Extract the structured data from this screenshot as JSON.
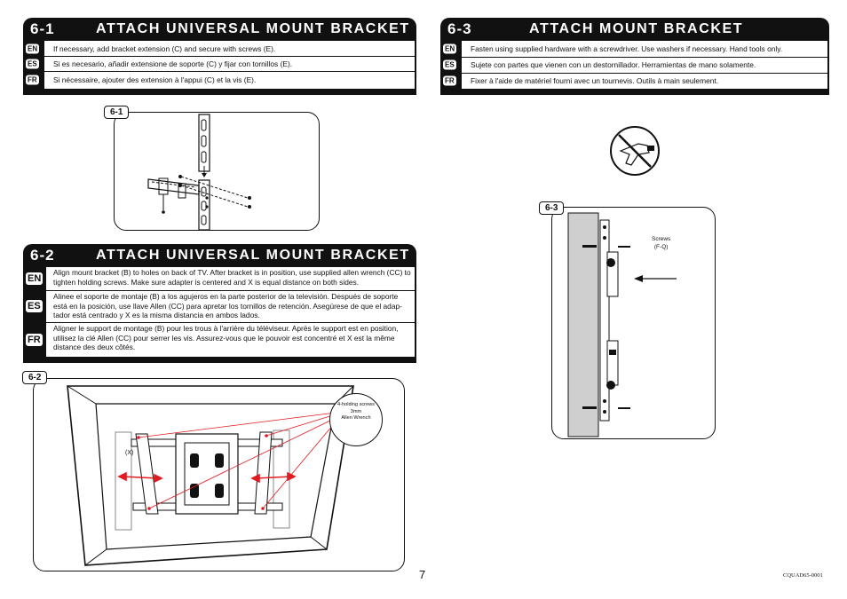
{
  "sections": [
    {
      "number": "6-1",
      "title": "ATTACH UNIVERSAL MOUNT BRACKET",
      "rows": [
        {
          "lang": "EN",
          "text": "If necessary, add bracket extension (C) and secure with screws (E)."
        },
        {
          "lang": "ES",
          "text": "Si es necesario, añadir extensione de soporte (C) y fijar con tornillos (E)."
        },
        {
          "lang": "FR",
          "text": "Si nécessaire, ajouter des extension à l'appui (C) et la vis (E)."
        }
      ]
    },
    {
      "number": "6-2",
      "title": "ATTACH UNIVERSAL MOUNT BRACKET",
      "rows": [
        {
          "lang": "EN",
          "text": "Align mount bracket (B) to holes on back of TV.  After bracket is in position, use supplied allen wrench (CC) to tighten holding screws.  Make sure adapter is centered and X is equal distance on both sides."
        },
        {
          "lang": "ES",
          "text": "Alinee el soporte de montaje (B) a los agujeros en la parte posterior de la televisión. Después de soporte está en la posición, use llave Allen (CC) para apretar los tornillos de retención. Asegúrese de que el adap-tador está centrado y X es la misma distancia en ambos lados."
        },
        {
          "lang": "FR",
          "text": "Aligner le support de montage (B) pour les trous à l'arrière du téléviseur. Après le support est en position, utilisez la clé Allen (CC) pour serrer les vis. Assurez-vous que le pouvoir est concentré et X est la même distance des deux côtés."
        }
      ]
    },
    {
      "number": "6-3",
      "title": "ATTACH MOUNT BRACKET",
      "rows": [
        {
          "lang": "EN",
          "text": "Fasten using supplied hardware with a screwdriver.  Use washers if necessary. Hand tools only."
        },
        {
          "lang": "ES",
          "text": "Sujete con partes que vienen con un destornillador. Herramientas de mano solamente."
        },
        {
          "lang": "FR",
          "text": "Fixer à l'aide de matériel fourni avec un tournevis. Outils à main seulement."
        }
      ]
    }
  ],
  "figures": {
    "fig61_label": "6-1",
    "fig62_label": "6-2",
    "fig63_label": "6-3",
    "callout_line1": "4-holding screws",
    "callout_line2": "3mm",
    "callout_line3": "Allen Wrench",
    "x_mark": "(X)",
    "screws_line1": "Screws",
    "screws_line2": "(F-Q)"
  },
  "footer": {
    "page_number": "7",
    "doc_code": "CQUAD65-0001"
  },
  "colors": {
    "accent": "#e11b22",
    "ink": "#111111",
    "tv_gray": "#cfcfcf"
  }
}
